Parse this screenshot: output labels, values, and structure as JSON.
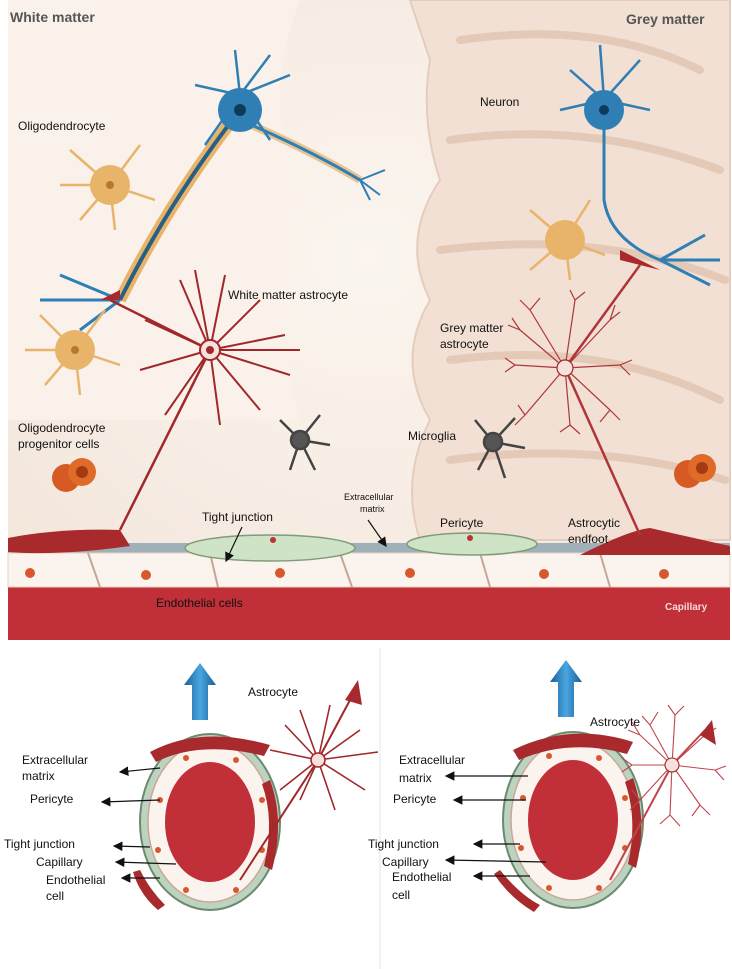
{
  "top_panel": {
    "header_left": "White matter",
    "header_right": "Grey matter",
    "labels": {
      "oligodendrocyte": "Oligodendrocyte",
      "neuron": "Neuron",
      "white_matter_astrocyte": "White matter astrocyte",
      "grey_matter_astrocyte_1": "Grey matter",
      "grey_matter_astrocyte_2": "astrocyte",
      "opc_1": "Oligodendrocyte",
      "opc_2": "progenitor cells",
      "microglia": "Microglia",
      "extracellular_matrix_1": "Extracellular",
      "extracellular_matrix_2": "matrix",
      "tight_junction": "Tight junction",
      "pericyte": "Pericyte",
      "astrocytic_endfoot_1": "Astrocytic",
      "astrocytic_endfoot_2": "endfoot",
      "endothelial_cells": "Endothelial cells",
      "capillary": "Capillary"
    }
  },
  "bottom_left": {
    "astrocyte": "Astrocyte",
    "extracellular_matrix_1": "Extracellular",
    "extracellular_matrix_2": "matrix",
    "pericyte": "Pericyte",
    "tight_junction": "Tight junction",
    "capillary": "Capillary",
    "endothelial_1": "Endothelial",
    "endothelial_2": "cell"
  },
  "bottom_right": {
    "astrocyte": "Astrocyte",
    "extracellular_matrix_1": "Extracellular",
    "extracellular_matrix_2": "matrix",
    "pericyte": "Pericyte",
    "tight_junction": "Tight junction",
    "capillary": "Capillary",
    "endothelial_1": "Endothelial",
    "endothelial_2": "cell"
  },
  "colors": {
    "neuron": "#2f7fb5",
    "oligodendrocyte": "#e8b46a",
    "astrocyte": "#a0282a",
    "capillary": "#c8303a",
    "pericyte": "#cfe3c6",
    "microglia": "#555555",
    "arrow_up": "#2e86c8"
  }
}
